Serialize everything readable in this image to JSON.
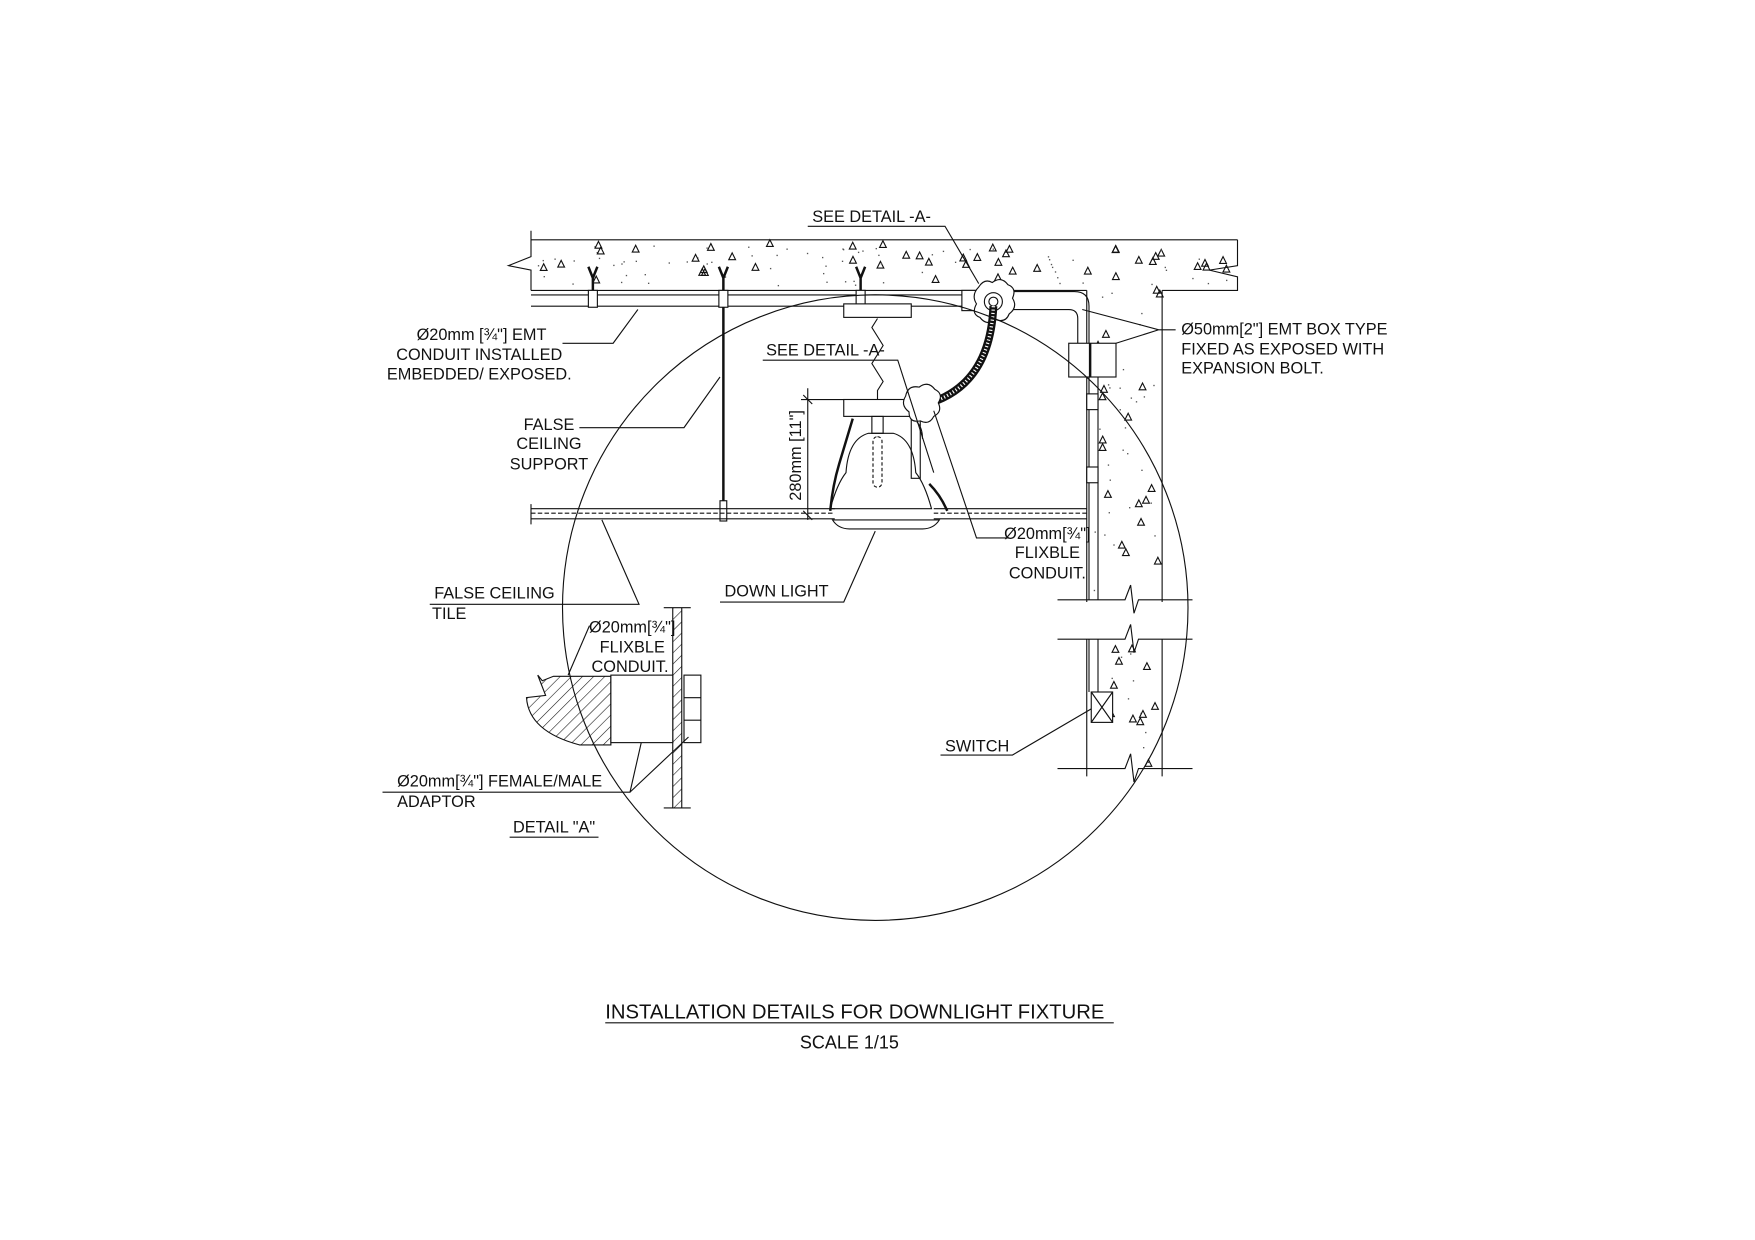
{
  "drawing": {
    "title": "INSTALLATION DETAILS FOR DOWNLIGHT FIXTURE",
    "scale": "SCALE 1/15"
  },
  "labels": {
    "see_detail_top": "SEE DETAIL -A-",
    "see_detail_mid": "SEE DETAIL -A-",
    "emt_conduit": [
      "Ø20mm [¾\"] EMT",
      "CONDUIT INSTALLED",
      "EMBEDDED/ EXPOSED."
    ],
    "false_ceiling_support": [
      "FALSE",
      "CEILING",
      "SUPPORT"
    ],
    "dimension": "280mm [11\"]",
    "flex_conduit_right": [
      "Ø20mm[¾\"]",
      "FLIXBLE",
      "CONDUIT."
    ],
    "emt_box": [
      "Ø50mm[2\"] EMT BOX TYPE",
      "FIXED AS EXPOSED WITH",
      "EXPANSION BOLT."
    ],
    "false_ceiling_tile": [
      "FALSE CEILING",
      "TILE"
    ],
    "down_light": "DOWN LIGHT",
    "flex_conduit_detail": [
      "Ø20mm[¾\"]",
      "FLIXBLE",
      "CONDUIT."
    ],
    "adaptor": [
      "Ø20mm[¾\"] FEMALE/MALE",
      "ADAPTOR"
    ],
    "detail_a": "DETAIL \"A\"",
    "switch": "SWITCH"
  }
}
